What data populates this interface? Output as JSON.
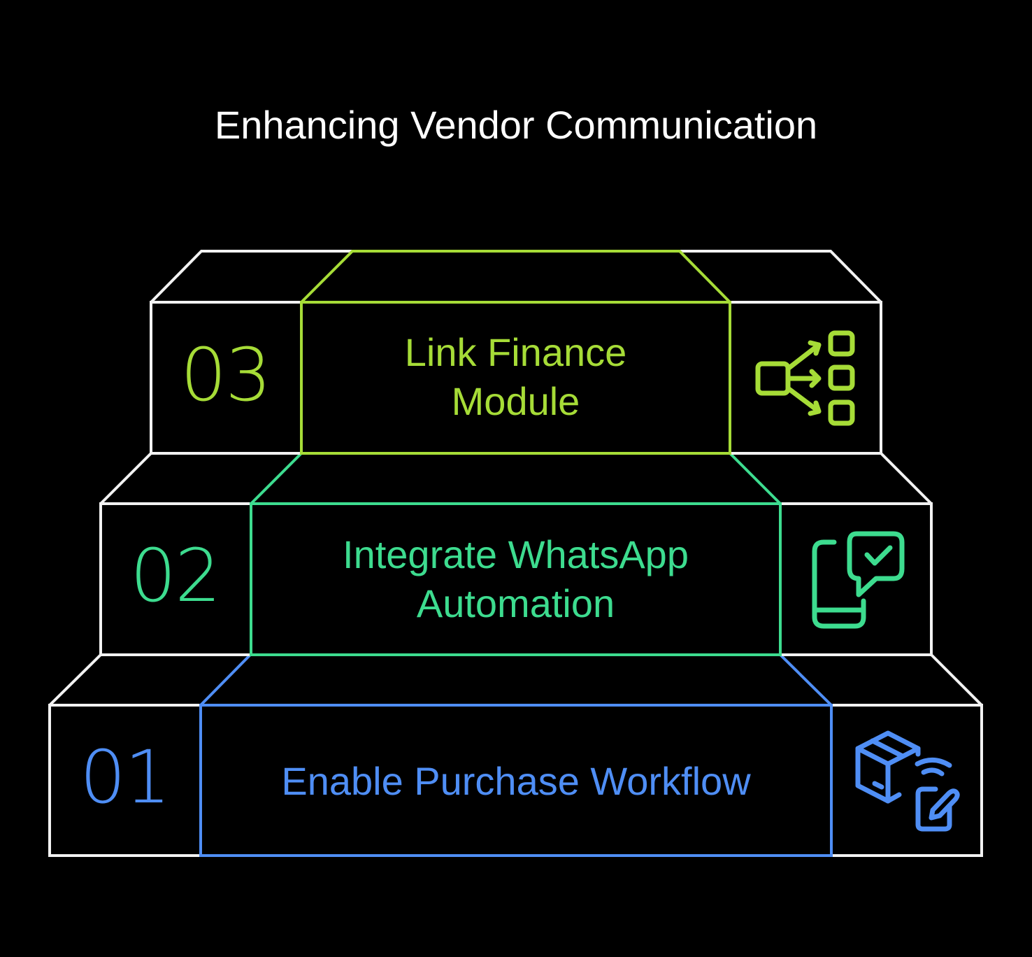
{
  "title": "Enhancing Vendor Communication",
  "colors": {
    "background": "#000000",
    "outline": "#f2f2f2",
    "step1": "#4f8ef5",
    "step2": "#3ddc8f",
    "step3": "#a6dc37"
  },
  "steps": [
    {
      "number": "01",
      "label_lines": [
        "Enable Purchase Workflow"
      ],
      "icon": "package-clipboard-icon"
    },
    {
      "number": "02",
      "label_lines": [
        "Integrate WhatsApp",
        "Automation"
      ],
      "icon": "phone-chat-check-icon"
    },
    {
      "number": "03",
      "label_lines": [
        "Link Finance",
        "Module"
      ],
      "icon": "branch-to-list-icon"
    }
  ]
}
